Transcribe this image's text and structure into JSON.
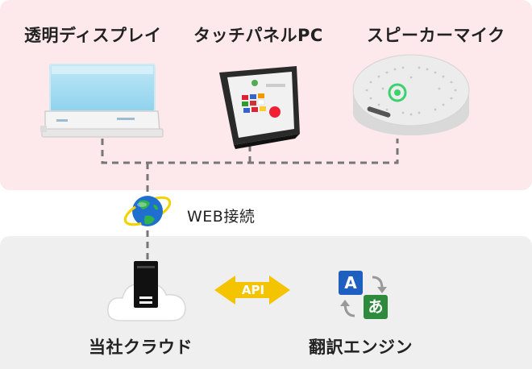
{
  "devices": {
    "display_label": "透明ディスプレイ",
    "touch_pc_label": "タッチパネルPC",
    "speaker_label": "スピーカーマイク"
  },
  "connection": {
    "web_label": "WEB接続"
  },
  "backend": {
    "cloud_label": "当社クラウド",
    "engine_label": "翻訳エンジン",
    "api_label": "API",
    "translate_from_glyph": "A",
    "translate_to_glyph": "あ"
  },
  "colors": {
    "top_panel": "#fde8ec",
    "bottom_panel": "#efefef",
    "connector": "#777777",
    "api_arrow": "#f5c400",
    "globe_blue": "#1e6fd0",
    "globe_green": "#2fb34a",
    "engine_blue": "#1f5fbf",
    "engine_green": "#2e8b3d"
  }
}
